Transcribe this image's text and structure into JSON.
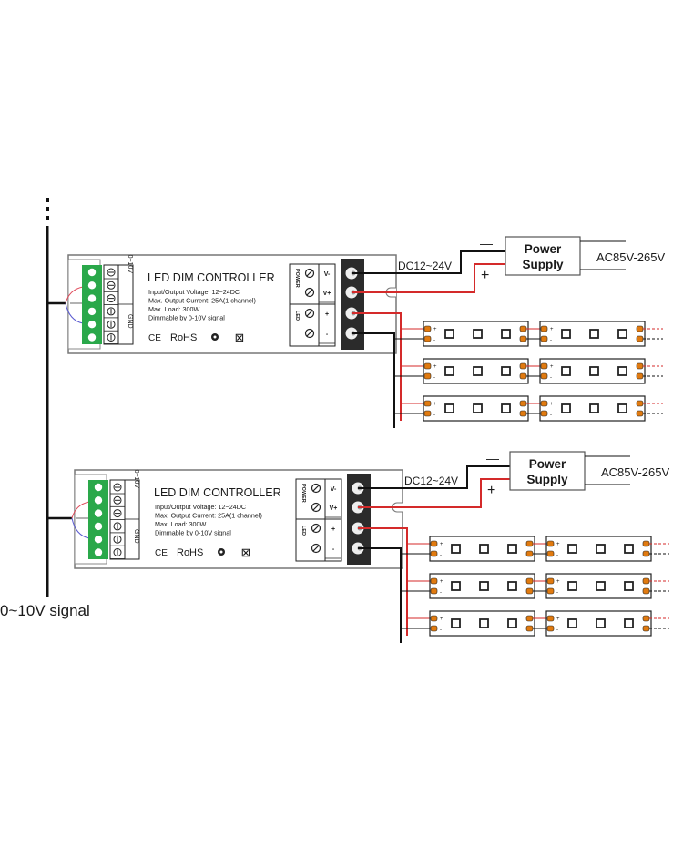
{
  "diagram": {
    "signal_label": "0~10V signal",
    "units": [
      {
        "controller": {
          "title": "LED DIM CONTROLLER",
          "specs": [
            "Input/Output Voltage: 12~24DC",
            "Max. Output Current: 25A(1 channel)",
            "Max. Load: 300W",
            "Dimmable by 0-10V signal"
          ],
          "certs": [
            "CE",
            "RoHS"
          ],
          "input_labels": [
            "0~10V",
            "GND"
          ],
          "power_label": "POWER",
          "led_label": "LED",
          "terminal_labels": [
            "V-",
            "V+",
            "+",
            "-"
          ]
        },
        "dc_label": "DC12~24V",
        "psu": {
          "line1": "Power",
          "line2": "Supply",
          "minus": "—",
          "plus": "+"
        },
        "ac_label": "AC85V-265V",
        "strips": {
          "rows": 3,
          "per_row": 2,
          "leds_per_strip": 3,
          "pad_plus": "+",
          "pad_minus": "-"
        }
      },
      {
        "controller": {
          "title": "LED DIM CONTROLLER",
          "specs": [
            "Input/Output Voltage: 12~24DC",
            "Max. Output Current: 25A(1 channel)",
            "Max. Load: 300W",
            "Dimmable by 0-10V signal"
          ],
          "certs": [
            "CE",
            "RoHS"
          ],
          "input_labels": [
            "0~10V",
            "GND"
          ],
          "power_label": "POWER",
          "led_label": "LED",
          "terminal_labels": [
            "V-",
            "V+",
            "+",
            "-"
          ]
        },
        "dc_label": "DC12~24V",
        "psu": {
          "line1": "Power",
          "line2": "Supply",
          "minus": "—",
          "plus": "+"
        },
        "ac_label": "AC85V-265V",
        "strips": {
          "rows": 3,
          "per_row": 2,
          "leds_per_strip": 3,
          "pad_plus": "+",
          "pad_minus": "-"
        }
      }
    ],
    "colors": {
      "wire_black": "#111111",
      "wire_red": "#d42a2a",
      "terminal_green": "#2aa84a",
      "terminal_block": "#2b2b2b",
      "pad_orange": "#e07a10",
      "signal_wire_red": "#e04a5a",
      "signal_wire_blue": "#5a5ad0"
    }
  }
}
